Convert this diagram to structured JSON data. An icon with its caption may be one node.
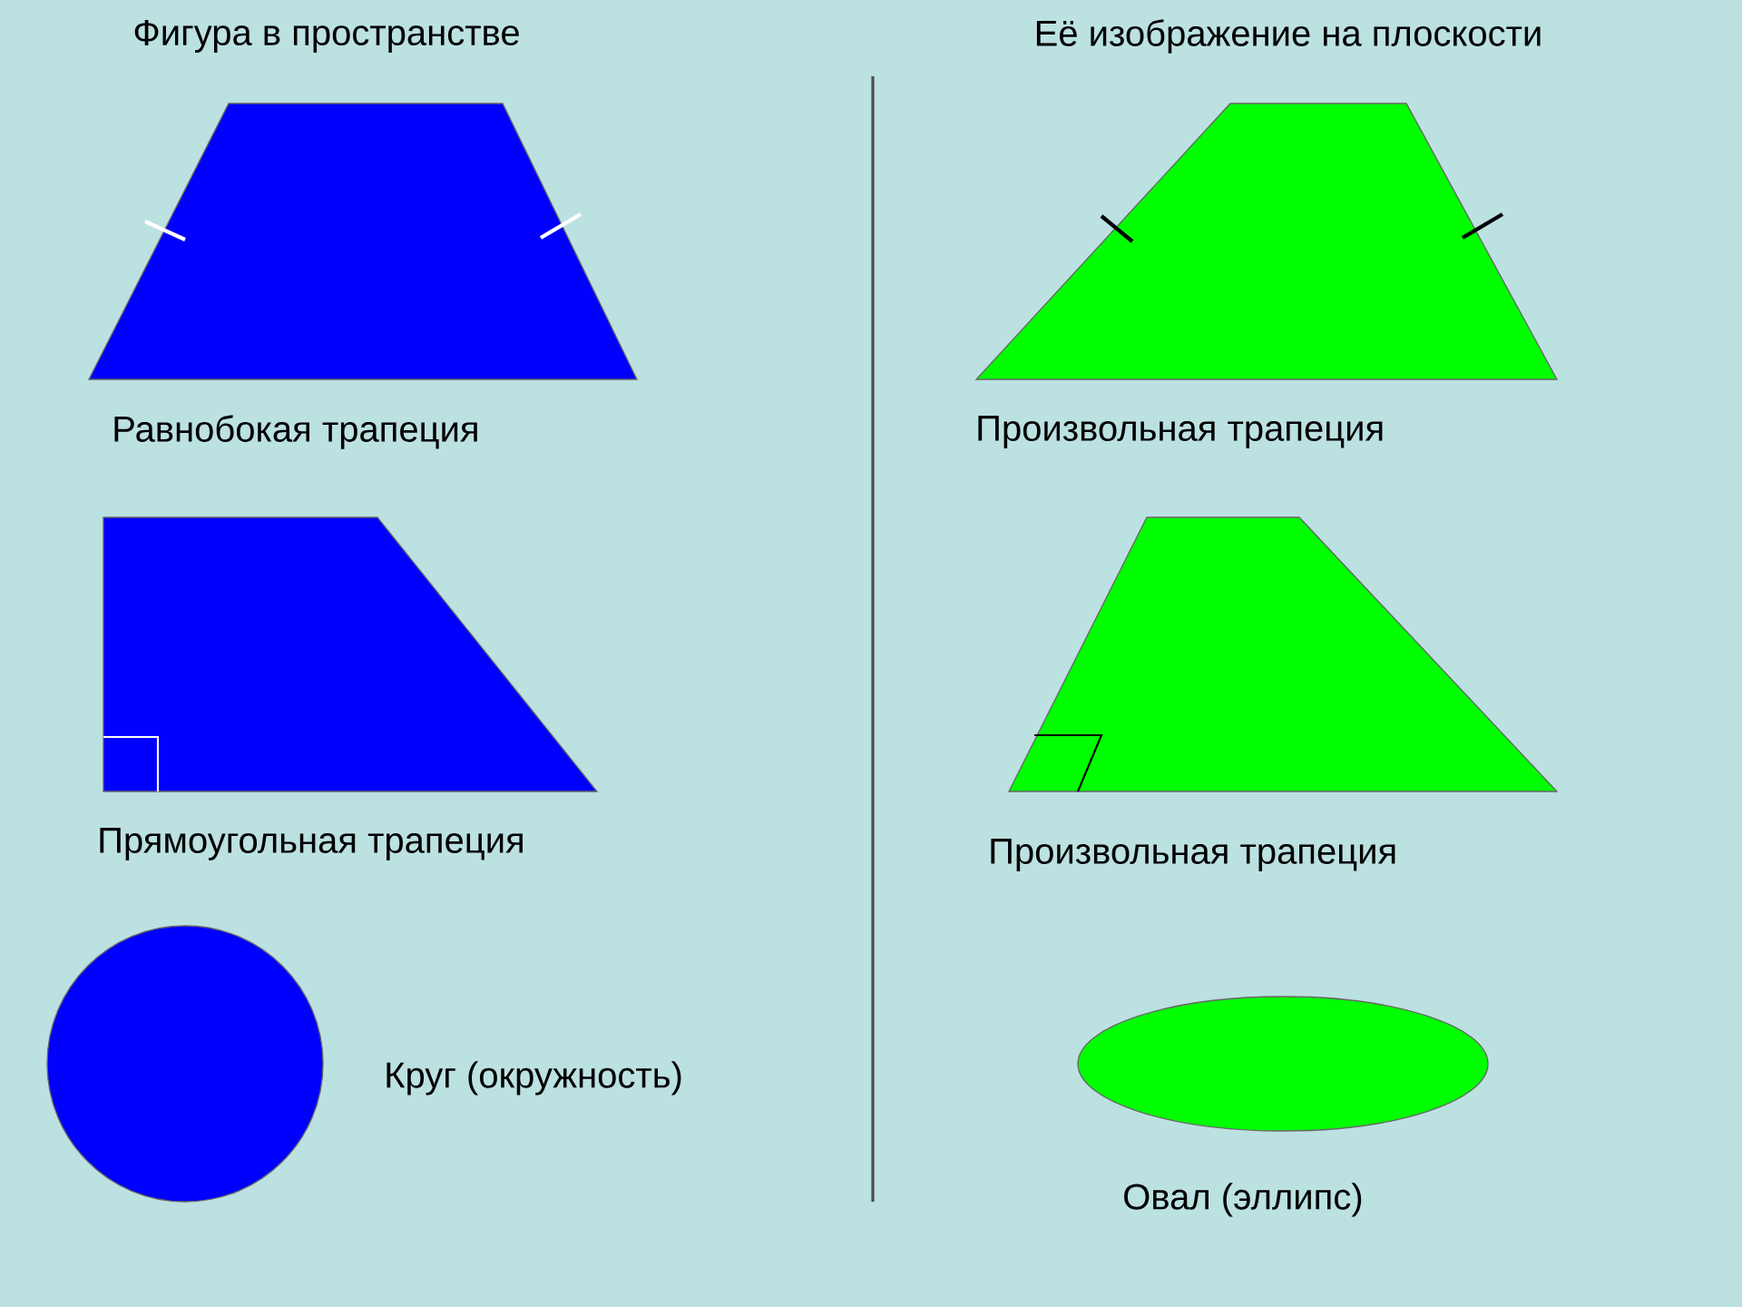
{
  "diagram": {
    "nodes": [
      {
        "text": [],
        "shape": "trapezoid",
        "beside": [
          "Равнобокая трапеция"
        ]
      },
      {
        "text": [],
        "shape": "trapezoid",
        "beside": [
          "Произвольная трапеция"
        ]
      },
      {
        "text": [],
        "shape": "trapezoid",
        "beside": [
          "Прямоугольная трапеция"
        ]
      },
      {
        "text": [],
        "shape": "trapezoid",
        "beside": [
          "Произвольная трапеция"
        ]
      },
      {
        "text": [],
        "shape": "circle",
        "beside": [
          "Круг (окружность)"
        ]
      },
      {
        "text": [],
        "shape": "ellipse",
        "beside": [
          "Овал (эллипс)"
        ]
      }
    ],
    "labels": [
      "Фигура в пространстве",
      "Её изображение на плоскости"
    ]
  }
}
